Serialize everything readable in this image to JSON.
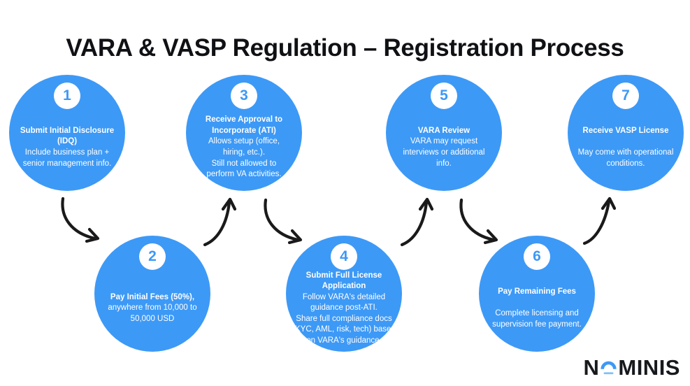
{
  "title": "VARA & VASP Regulation – Registration Process",
  "colors": {
    "circle_blue": "#3d99f6",
    "arrow_black": "#1a1a1a",
    "badge_background": "#ffffff",
    "title_ink": "#101114",
    "logo_icon_arc_blue": "#3d99f6",
    "logo_icon_underline_blue": "#7fc0f9"
  },
  "steps": [
    {
      "number": "1",
      "heading": [
        "Submit Initial Disclosure",
        "(IDQ)"
      ],
      "body": [
        "Include business plan +",
        "senior management info."
      ]
    },
    {
      "number": "2",
      "heading": [
        "Pay Initial Fees (50%),"
      ],
      "body": [
        "anywhere from 10,000 to",
        "50,000 USD"
      ]
    },
    {
      "number": "3",
      "heading": [
        "Receive Approval to",
        "Incorporate (ATI)"
      ],
      "body": [
        "Allows setup (office,",
        "hiring, etc.).",
        "Still not allowed to",
        "perform VA activities."
      ]
    },
    {
      "number": "4",
      "heading": [
        "Submit Full License",
        "Application"
      ],
      "body": [
        "Follow VARA's detailed",
        "guidance post-ATI.",
        "Share full compliance docs",
        "(KYC, AML, risk, tech) based",
        "on VARA's guidance."
      ]
    },
    {
      "number": "5",
      "heading": [
        "VARA Review"
      ],
      "body": [
        "VARA may request",
        "interviews or additional",
        "info."
      ]
    },
    {
      "number": "6",
      "heading": [
        "Pay Remaining Fees"
      ],
      "body": [
        "",
        "Complete licensing and",
        "supervision fee payment."
      ]
    },
    {
      "number": "7",
      "heading": [
        "Receive VASP License"
      ],
      "body": [
        "",
        "May come with operational",
        "conditions."
      ]
    }
  ],
  "logo": {
    "text_left": "N",
    "text_right": "MINIS",
    "icon": "rising-sun-icon"
  }
}
